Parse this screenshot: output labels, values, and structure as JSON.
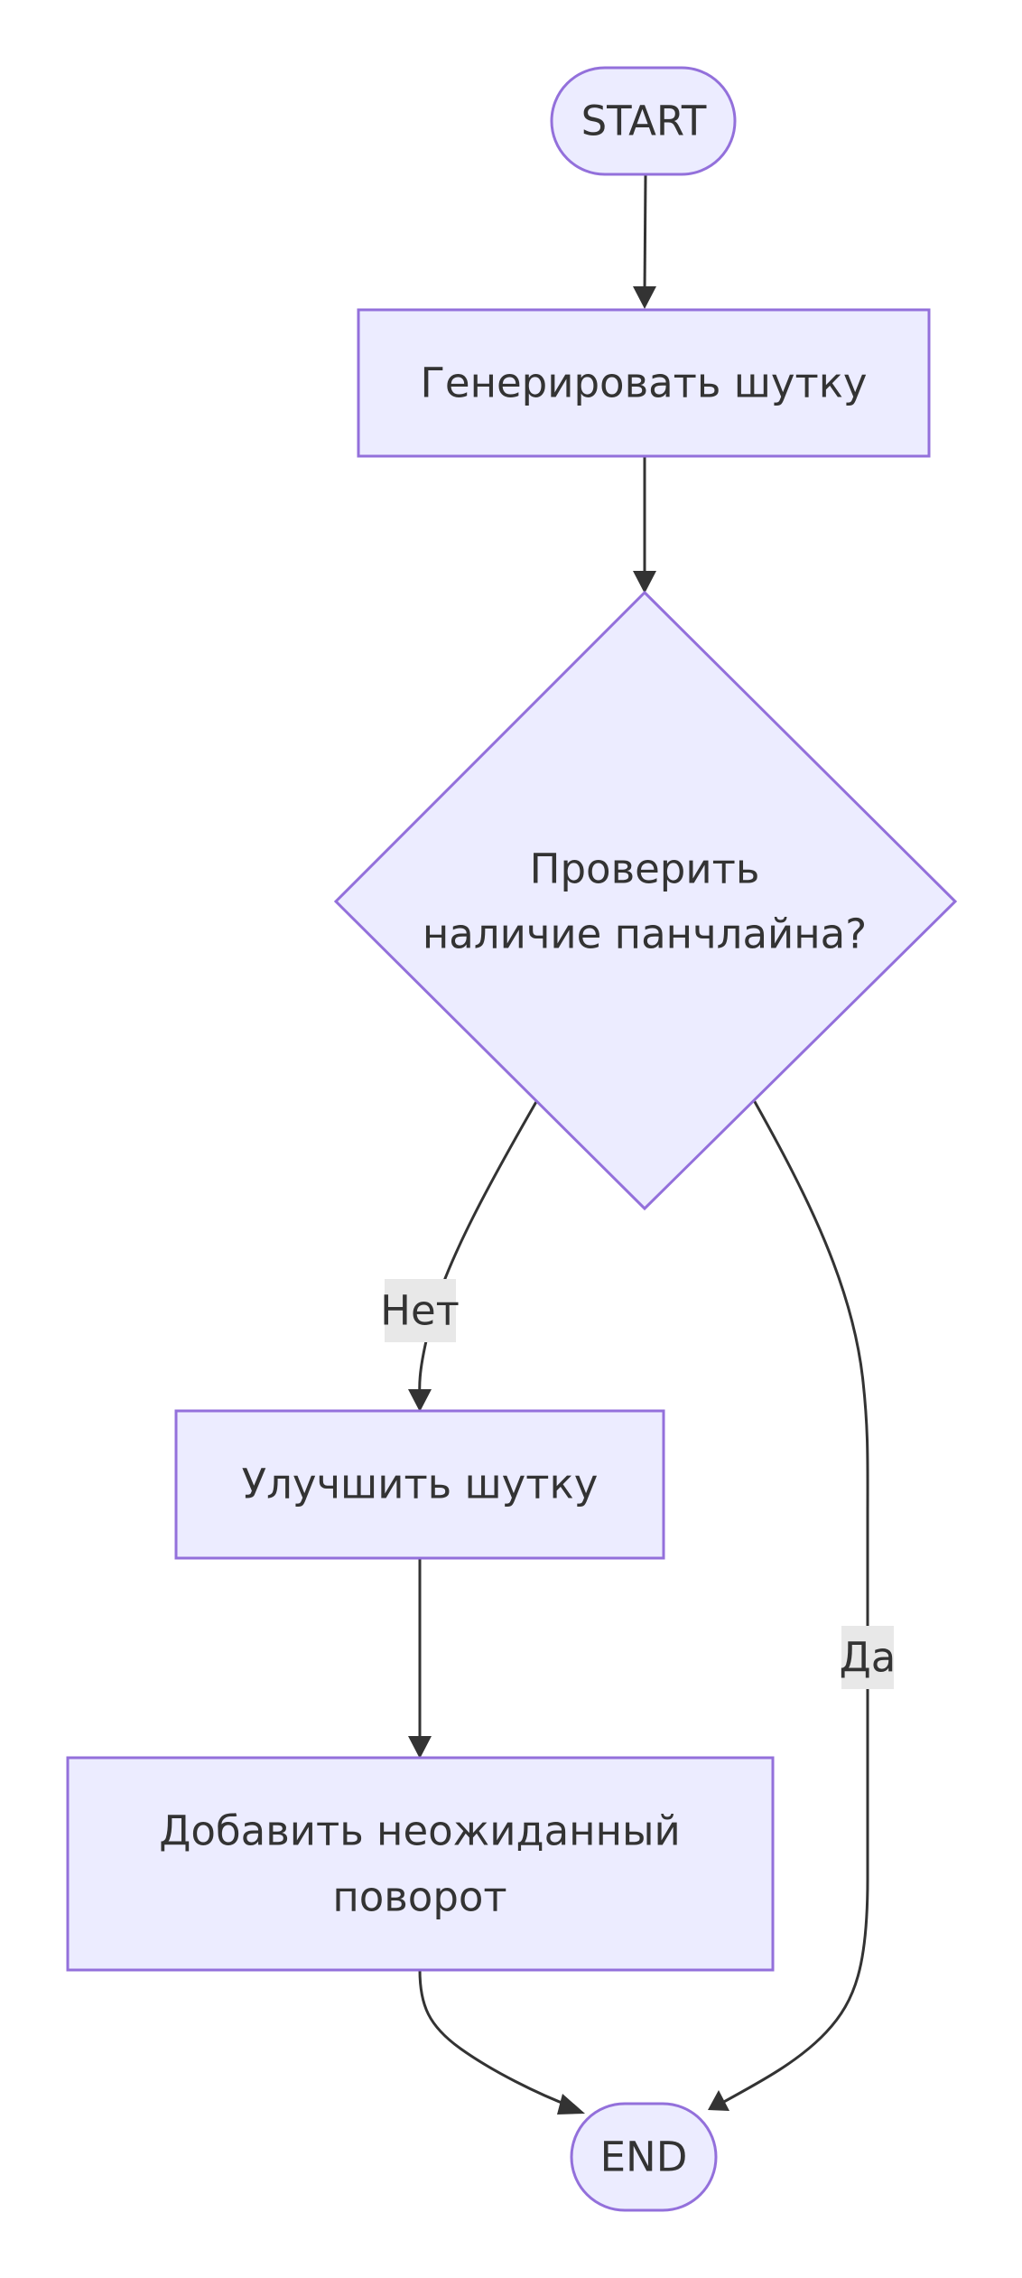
{
  "diagram": {
    "type": "flowchart",
    "nodes": {
      "start": {
        "label": "START"
      },
      "generate": {
        "label": "Генерировать шутку"
      },
      "check": {
        "line1": "Проверить",
        "line2": "наличие панчлайна?"
      },
      "improve": {
        "label": "Улучшить шутку"
      },
      "twist": {
        "line1": "Добавить неожиданный",
        "line2": "поворот"
      },
      "end": {
        "label": "END"
      }
    },
    "edges": {
      "no_label": "Нет",
      "yes_label": "Да"
    }
  }
}
